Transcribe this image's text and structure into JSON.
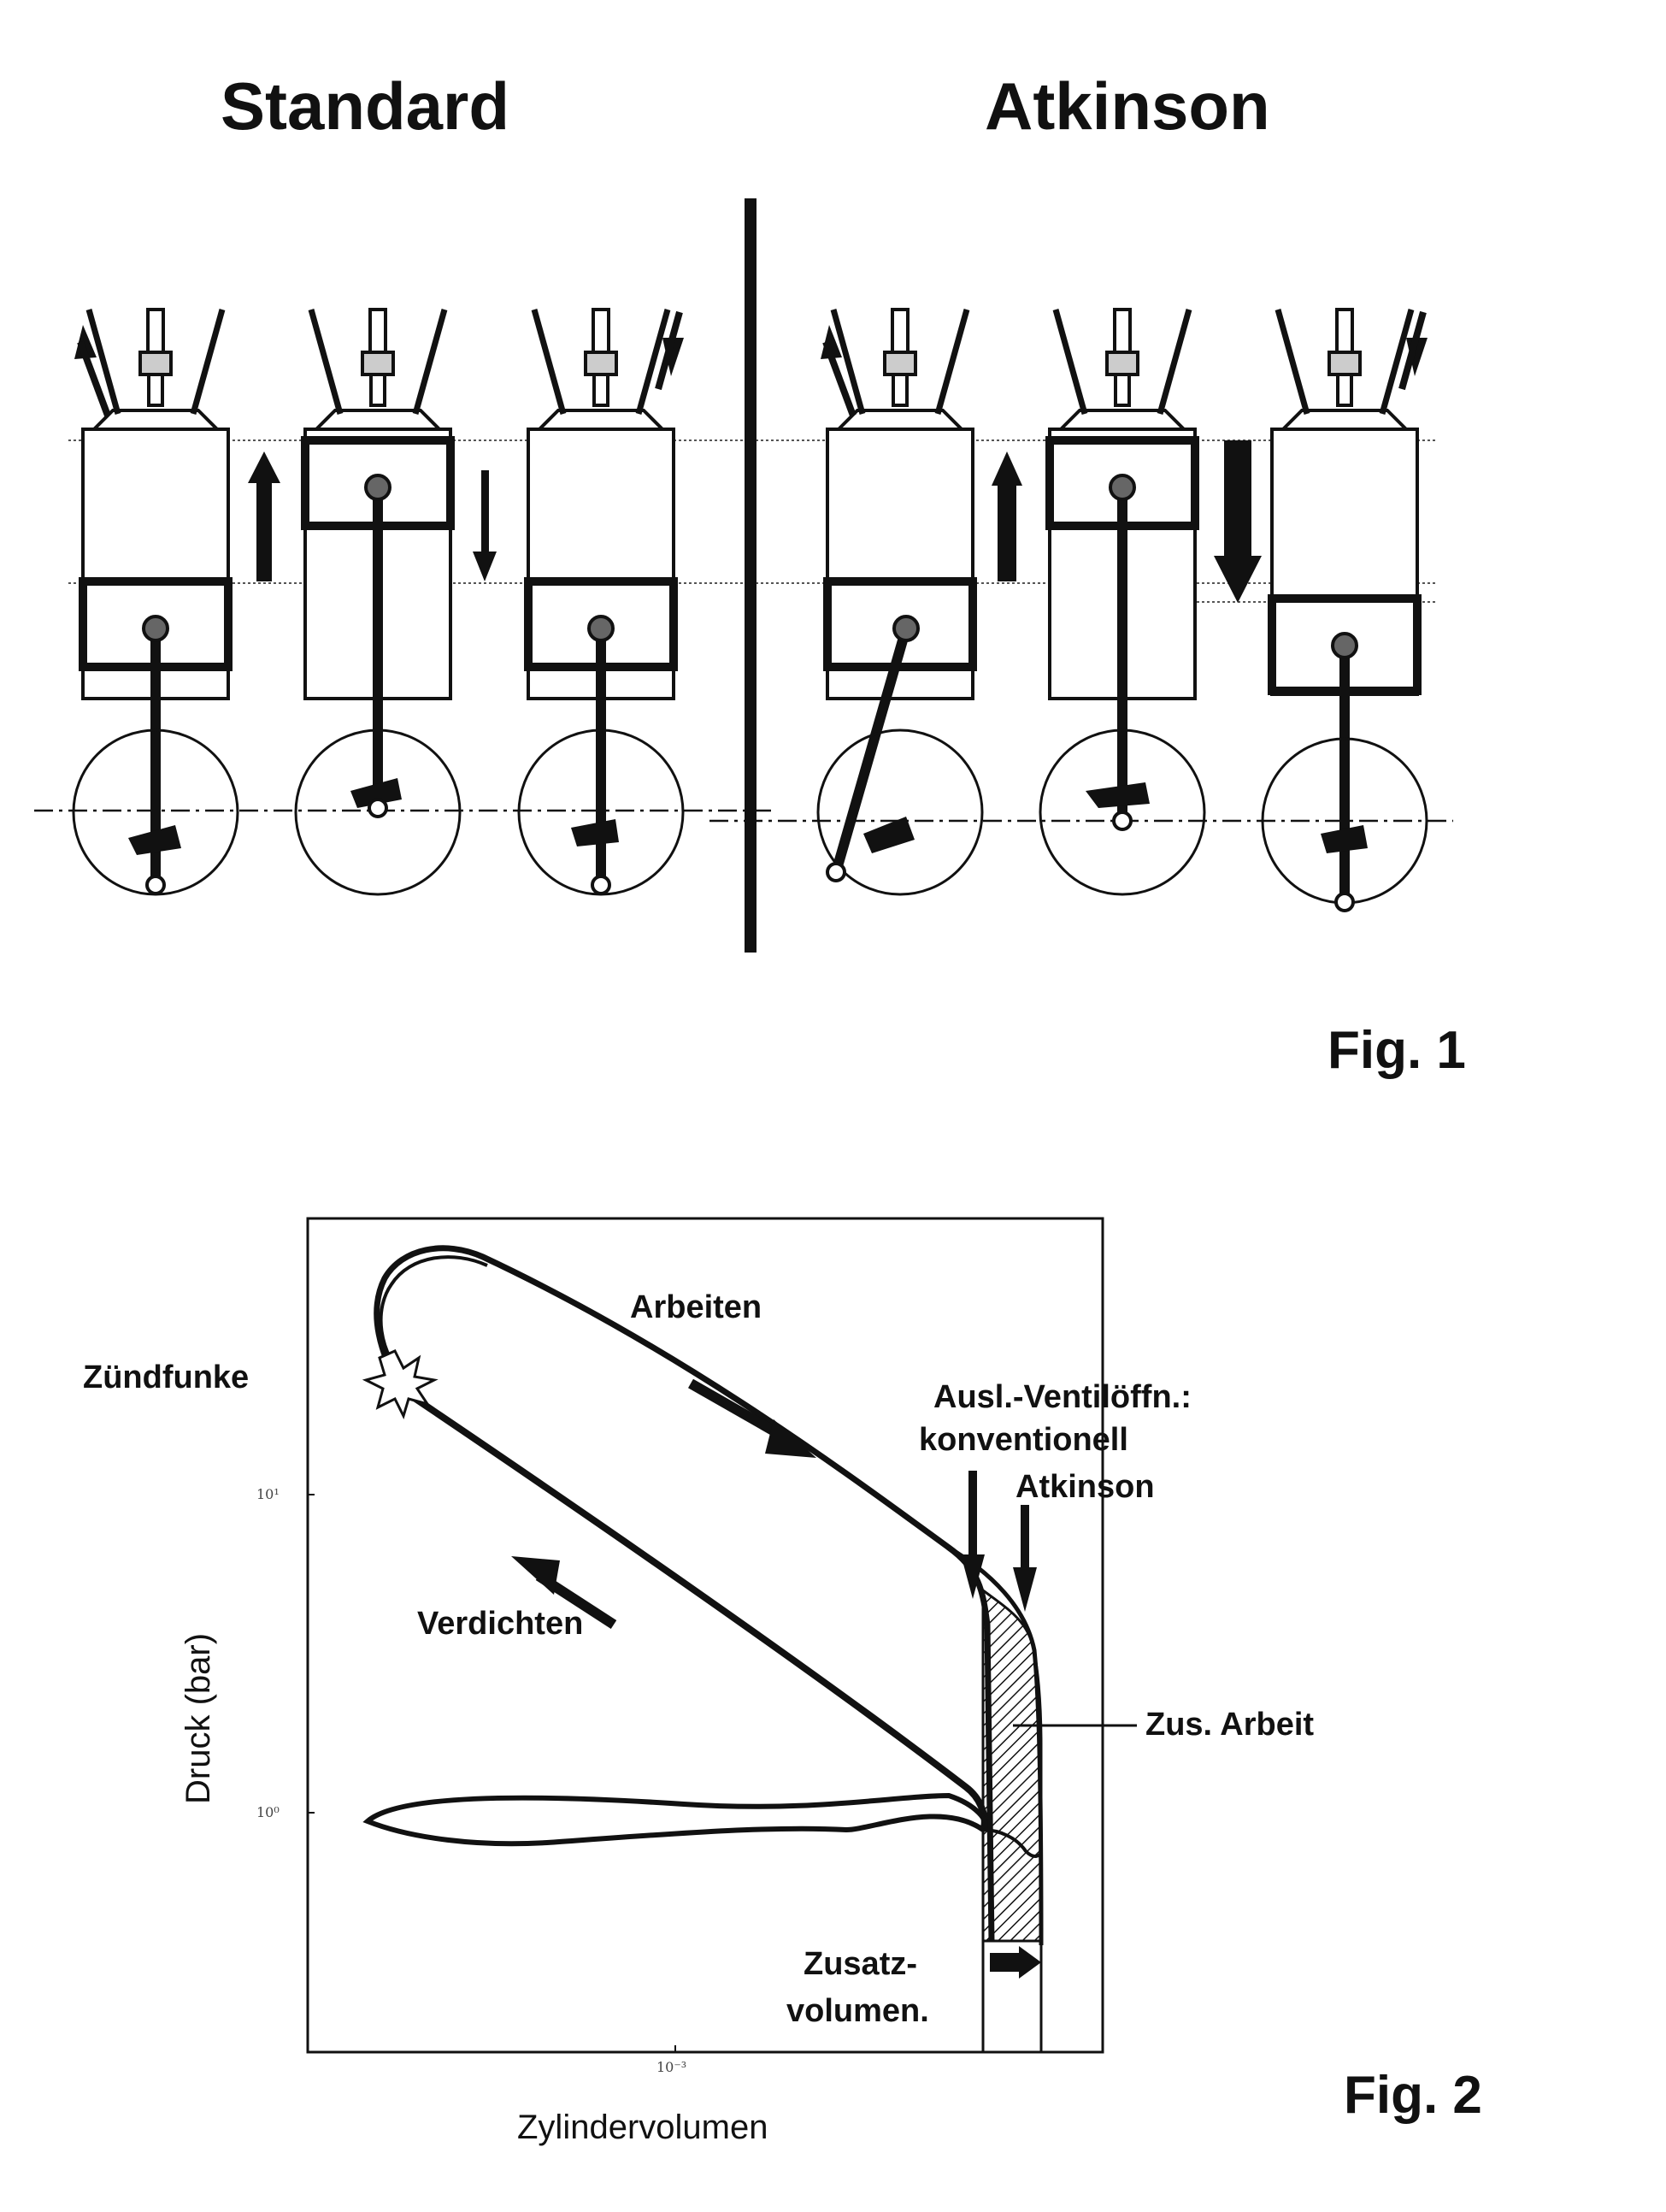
{
  "figure1": {
    "label": "Fig. 1",
    "left_heading": "Standard",
    "right_heading": "Atkinson"
  },
  "figure2": {
    "label": "Fig. 2",
    "annotations": {
      "spark": "Zündfunke",
      "work": "Arbeiten",
      "compress": "Verdichten",
      "exhaust_valve": "Ausl.-Ventilöffn.:",
      "conventional": "konventionell",
      "atkinson": "Atkinson",
      "extra_work": "Zus. Arbeit",
      "extra_volume_1": "Zusatz-",
      "extra_volume_2": "volumen."
    },
    "chart_data": {
      "type": "line",
      "xlabel": "Zylindervolumen",
      "ylabel": "Druck (bar)",
      "x_scale": "log",
      "y_scale": "log",
      "x_ticks": [
        "10⁻³"
      ],
      "y_ticks": [
        "10¹",
        "10⁰"
      ]
    }
  }
}
